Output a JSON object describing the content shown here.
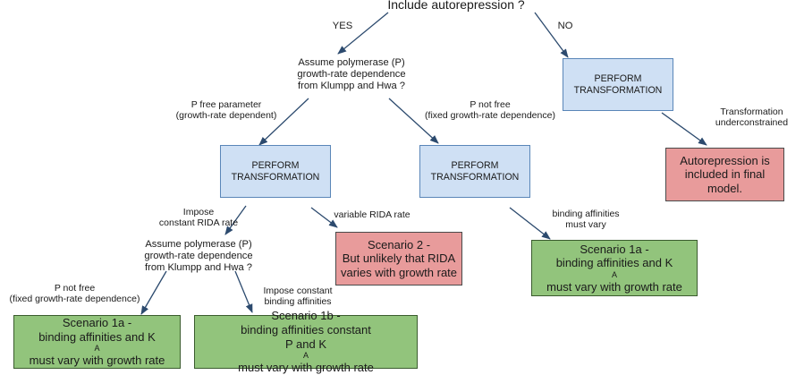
{
  "root": {
    "question": "Include autorepression ?"
  },
  "branch_yes": "YES",
  "branch_no": "NO",
  "q_klumpp_top": {
    "line1": "Assume polymerase (P)",
    "line2": "growth-rate dependence",
    "line3": "from Klumpp and Hwa ?"
  },
  "label_p_free": {
    "line1": "P free parameter",
    "line2": "(growth-rate dependent)"
  },
  "label_p_not_free_top": {
    "line1": "P not free",
    "line2": "(fixed growth-rate dependence)"
  },
  "label_under": {
    "line1": "Transformation",
    "line2": "underconstrained"
  },
  "transform_box": {
    "line1": "PERFORM",
    "line2": "TRANSFORMATION"
  },
  "autorep_result": {
    "line1": "Autorepression is",
    "line2": "included in final",
    "line3": "model."
  },
  "label_constant_rida": {
    "line1": "Impose",
    "line2": "constant RIDA rate"
  },
  "label_variable_rida": "variable RIDA rate",
  "label_binding_vary": {
    "line1": "binding affinities",
    "line2": "must vary"
  },
  "scenario2": {
    "line1": "Scenario 2 -",
    "line2": "But unlikely that RIDA",
    "line3": "varies with growth rate"
  },
  "scenario1a": {
    "line1": "Scenario 1a  -",
    "line2": "binding affinities and K",
    "sub": "A",
    "line3": "must vary with growth rate"
  },
  "q_klumpp_bottom": {
    "line1": "Assume polymerase (P)",
    "line2": "growth-rate dependence",
    "line3": "from Klumpp and Hwa ?"
  },
  "label_p_not_free_bottom": {
    "line1": "P not free",
    "line2": "(fixed growth-rate dependence)"
  },
  "label_impose_binding": {
    "line1": "Impose constant",
    "line2": "binding affinities"
  },
  "scenario1b": {
    "line1": "Scenario 1b  -",
    "line2": "binding affinities constant",
    "line3a": "P and K",
    "sub": "A",
    "line3b": " must vary with growth rate"
  },
  "colors": {
    "arrow": "#2c4a6e",
    "transform_fill": "#cfe0f4",
    "transform_border": "#5a86b8",
    "red_fill": "#e89b9b",
    "green_fill": "#92c47c"
  }
}
